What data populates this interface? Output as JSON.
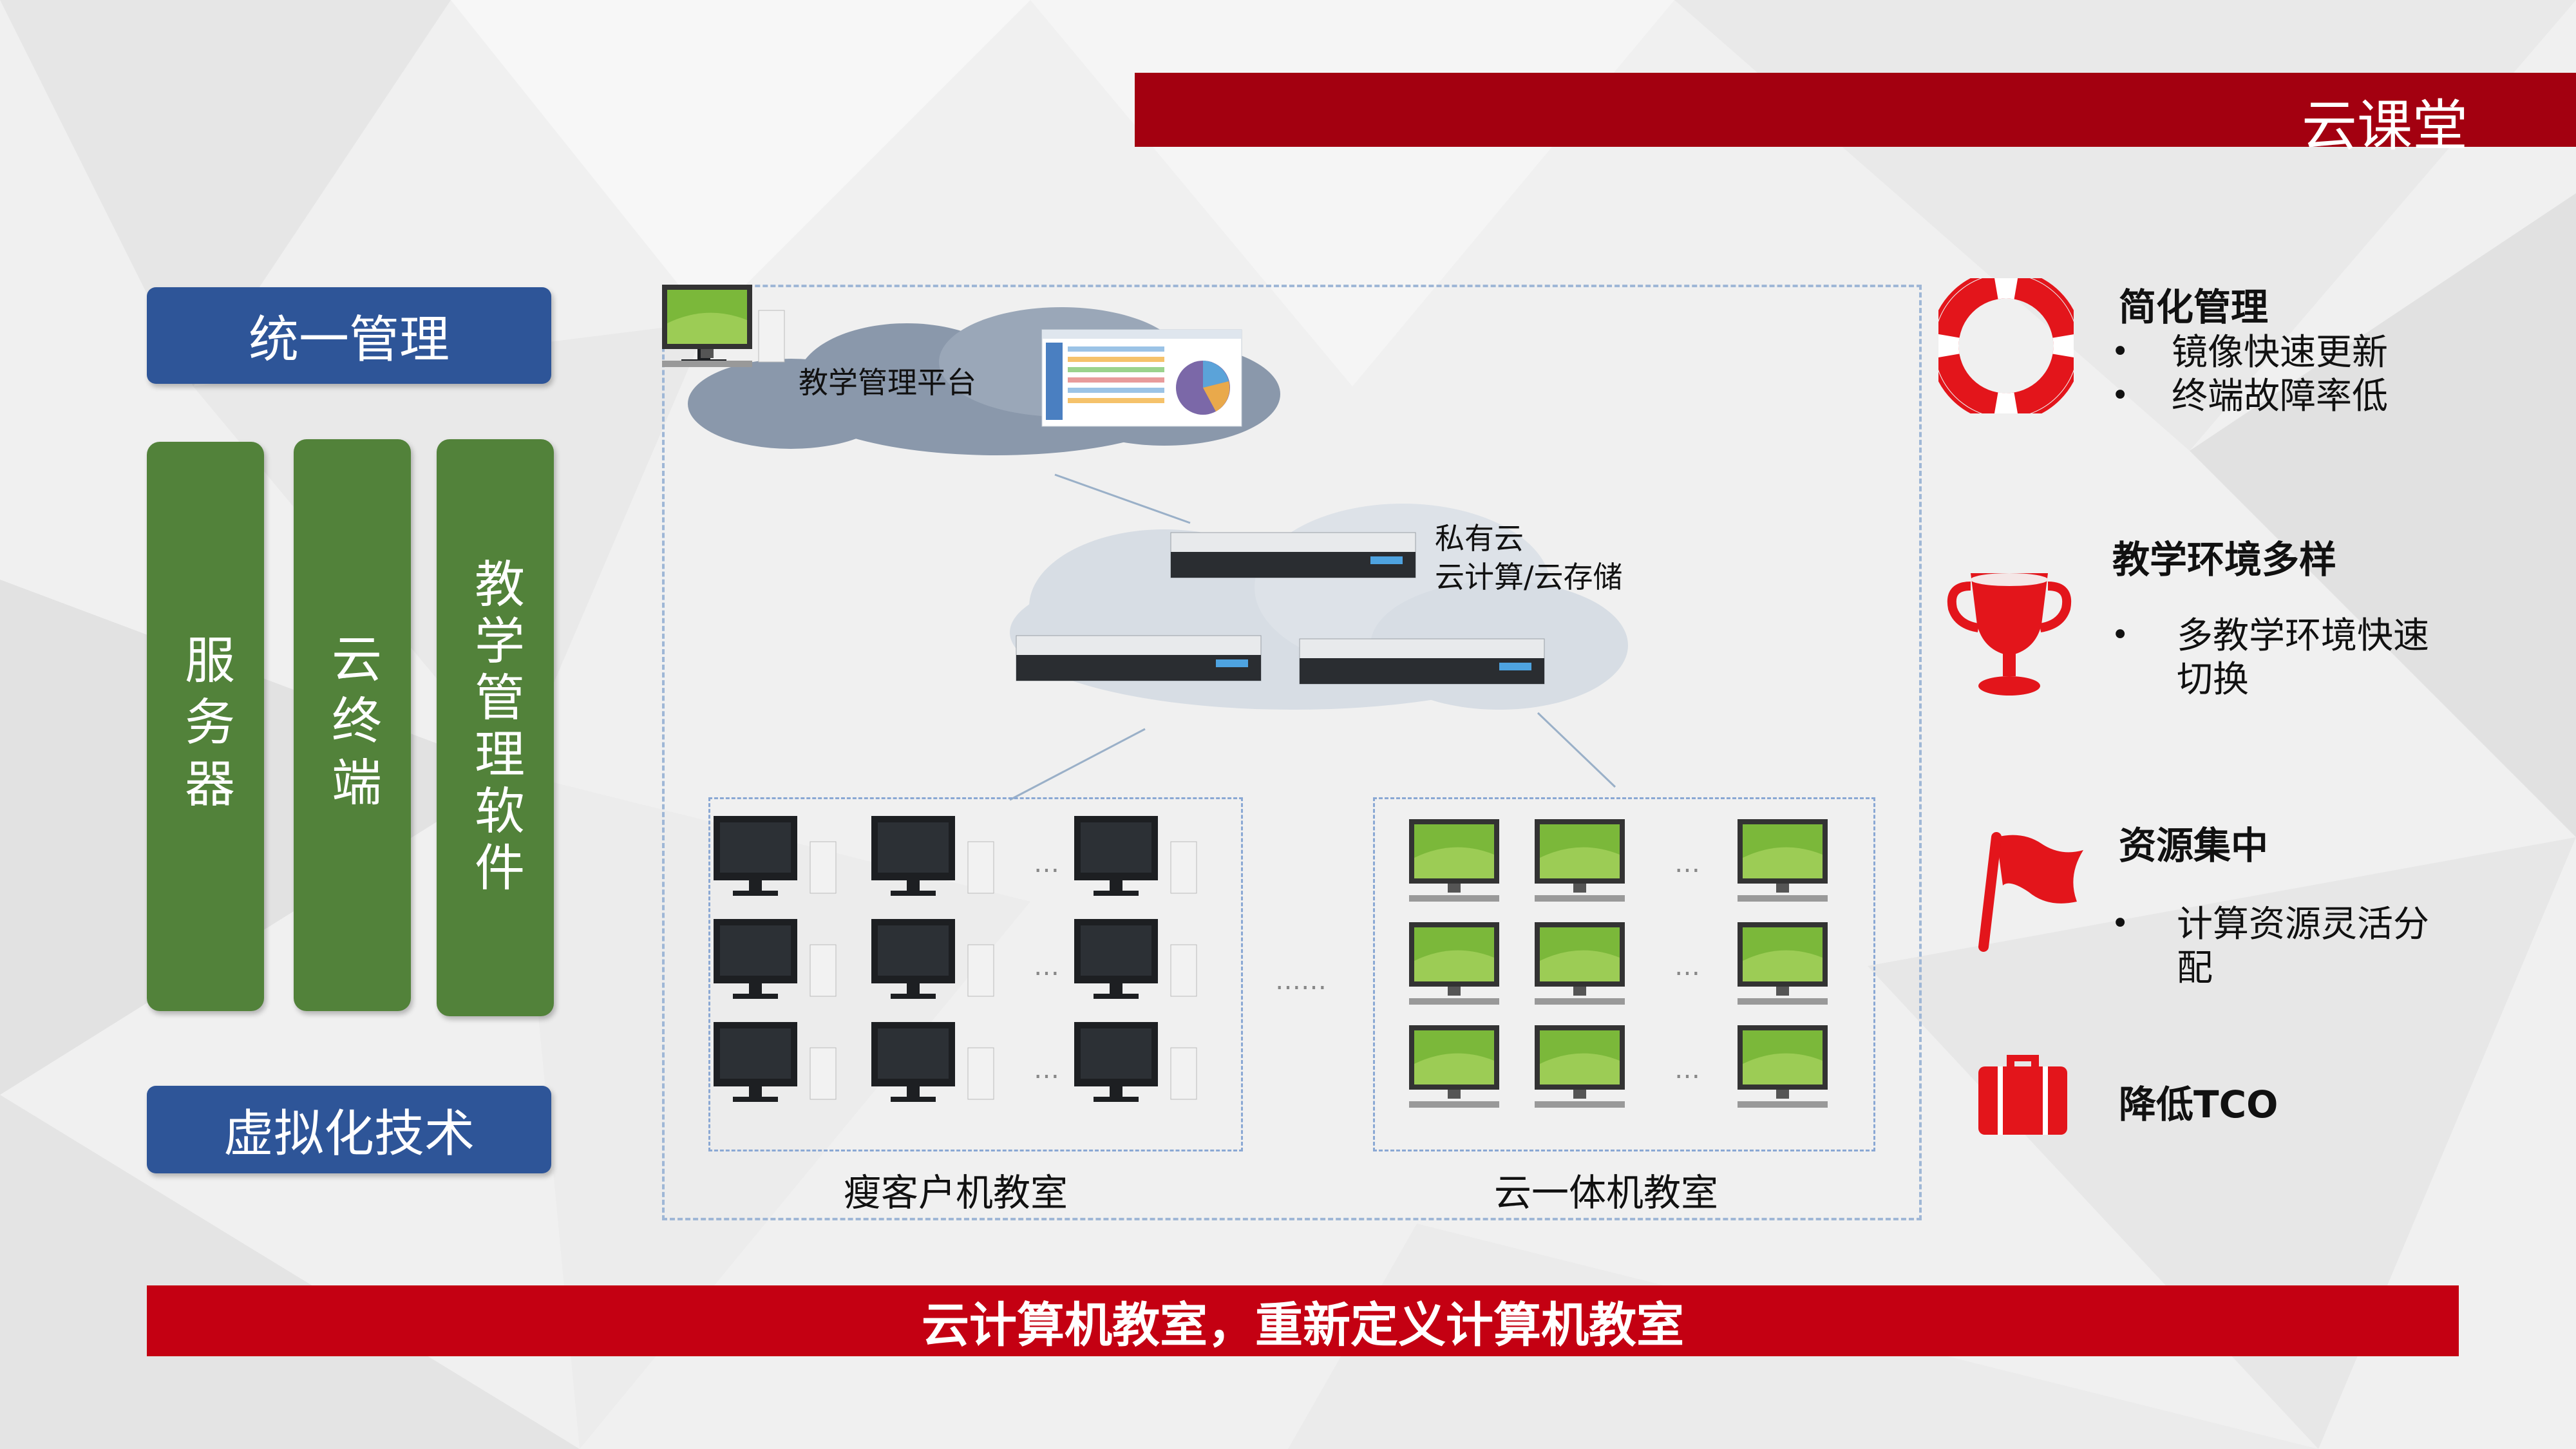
{
  "title": "云课堂",
  "left": {
    "top_box": "统一管理",
    "columns": [
      "服务器",
      "云终端",
      "教学管理软件"
    ],
    "bottom_box": "虚拟化技术"
  },
  "diagram": {
    "platform_label": "教学管理平台",
    "private_cloud_line1": "私有云",
    "private_cloud_line2": "云计算/云存储",
    "thin_client_room": "瘦客户机教室",
    "all_in_one_room": "云一体机教室",
    "ellipsis_short": "…",
    "ellipsis_long": "……"
  },
  "features": [
    {
      "icon": "lifebuoy-icon",
      "title": "简化管理",
      "items": [
        "镜像快速更新",
        "终端故障率低"
      ]
    },
    {
      "icon": "trophy-icon",
      "title": "教学环境多样",
      "items": [
        "多教学环境快速切换"
      ]
    },
    {
      "icon": "flag-icon",
      "title": "资源集中",
      "items": [
        "计算资源灵活分配"
      ]
    },
    {
      "icon": "briefcase-icon",
      "title": "降低TCO",
      "items": []
    }
  ],
  "colors": {
    "accent_red": "#c40012",
    "dark_red": "#a30010",
    "blue": "#2e5598",
    "green": "#52823a"
  },
  "bottom_banner": "云计算机教室，重新定义计算机教室"
}
